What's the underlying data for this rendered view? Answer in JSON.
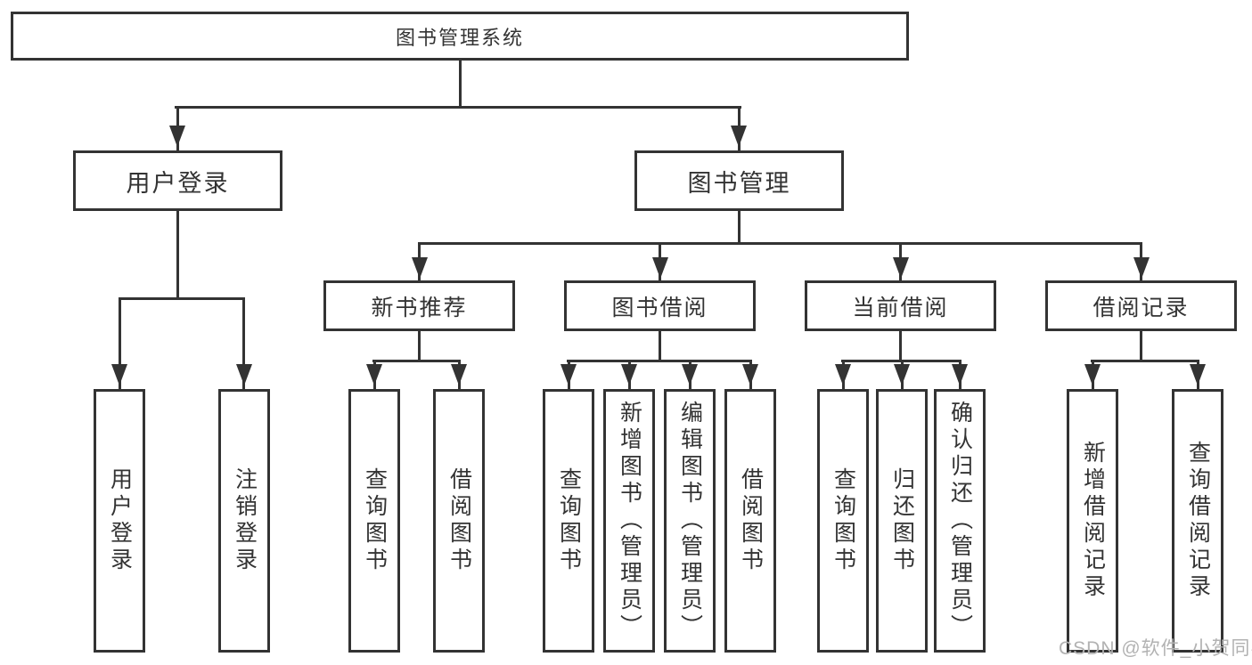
{
  "tree": {
    "root": {
      "label": "图书管理系统"
    },
    "branches": [
      {
        "label": "用户登录",
        "children": [
          {
            "label": "用户登录"
          },
          {
            "label": "注销登录"
          }
        ]
      },
      {
        "label": "图书管理",
        "children": [
          {
            "label": "新书推荐",
            "children": [
              {
                "label": "查询图书"
              },
              {
                "label": "借阅图书"
              }
            ]
          },
          {
            "label": "图书借阅",
            "children": [
              {
                "label": "查询图书"
              },
              {
                "label": "新增图书（管理员）"
              },
              {
                "label": "编辑图书（管理员）"
              },
              {
                "label": "借阅图书"
              }
            ]
          },
          {
            "label": "当前借阅",
            "children": [
              {
                "label": "查询图书"
              },
              {
                "label": "归还图书"
              },
              {
                "label": "确认归还（管理员）"
              }
            ]
          },
          {
            "label": "借阅记录",
            "children": [
              {
                "label": "新增借阅记录"
              },
              {
                "label": "查询借阅记录"
              }
            ]
          }
        ]
      }
    ]
  },
  "watermark": {
    "text": "CSDN @软件_小贺同学"
  },
  "colors": {
    "line": "#333333",
    "text": "#333333",
    "box_background": "#ffffff",
    "watermark": "#b2b2b2",
    "background": "#ffffff"
  }
}
